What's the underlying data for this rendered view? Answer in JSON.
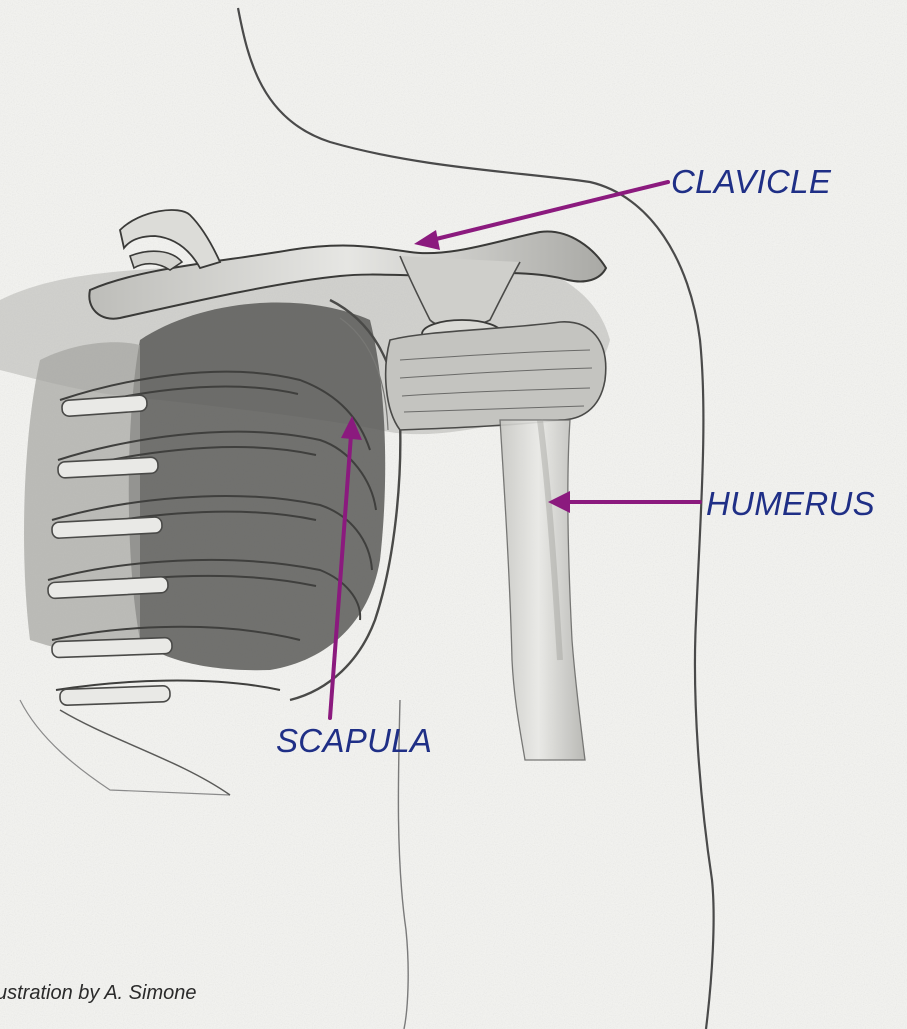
{
  "labels": {
    "clavicle": "CLAVICLE",
    "humerus": "HUMERUS",
    "scapula": "SCAPULA"
  },
  "credit": "ustration by A. Simone",
  "colors": {
    "label_text": "#1f2f86",
    "arrow": "#8b1a7e",
    "pencil_dark": "#3a3a3a",
    "pencil_mid": "#8a8a8a",
    "pencil_light": "#c9c9c6",
    "paper": "#f6f6f4"
  }
}
